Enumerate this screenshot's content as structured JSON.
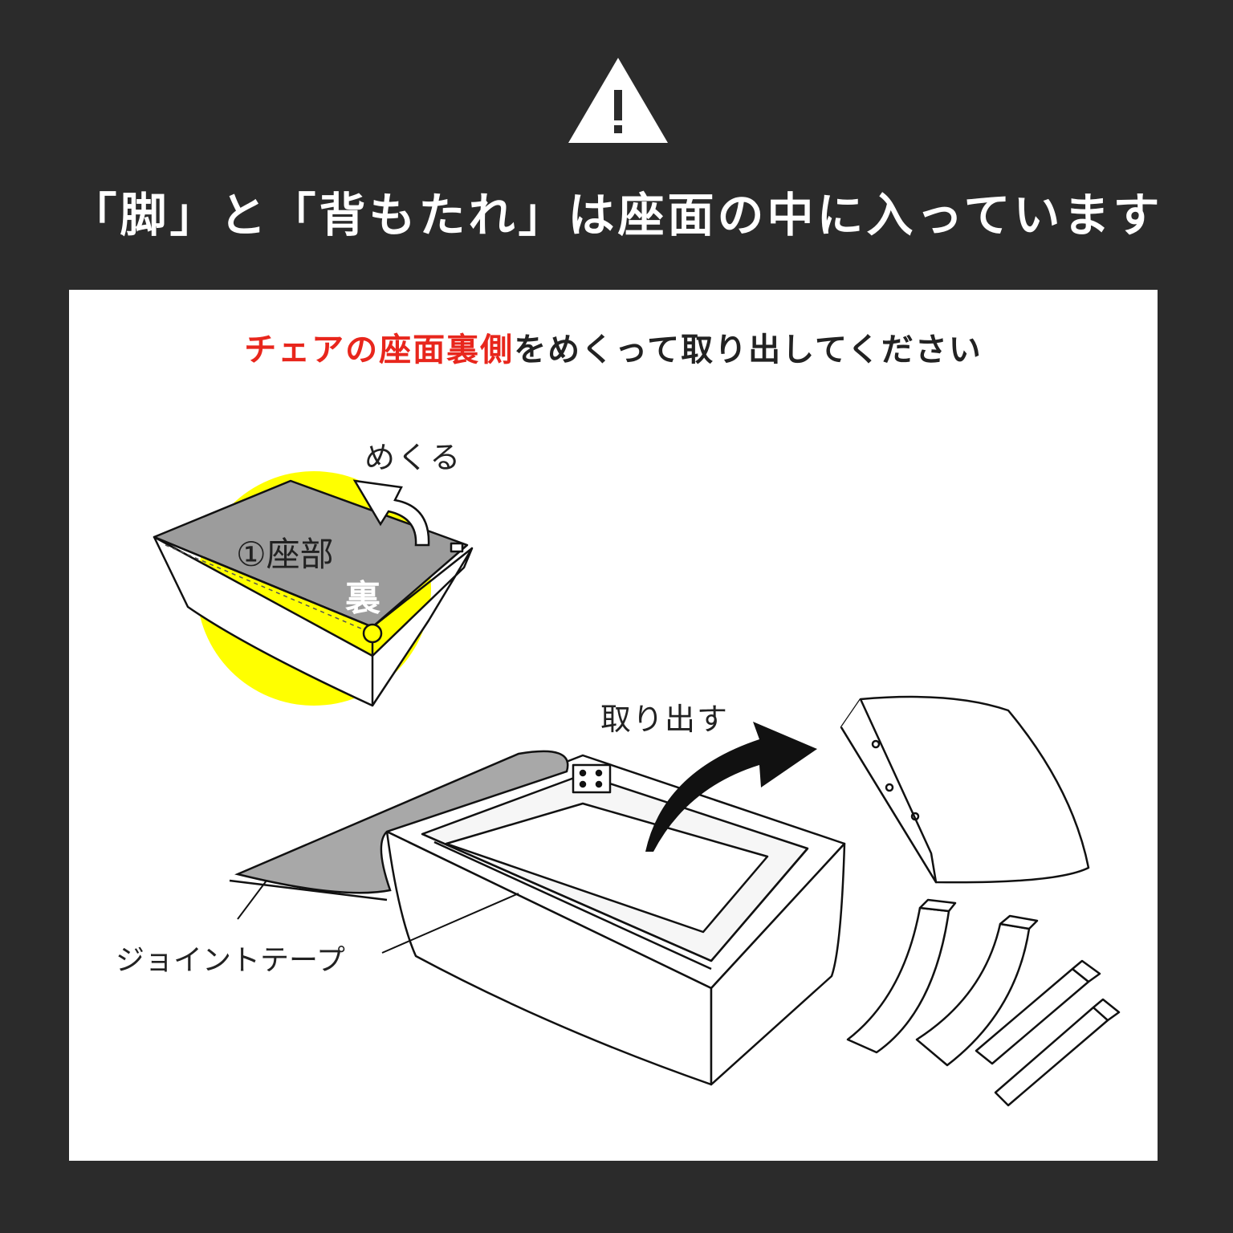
{
  "header": {
    "warning_icon": "warning-triangle-icon",
    "headline": "「脚」と「背もたれ」は座面の中に入っています"
  },
  "panel": {
    "instruction_highlight": "チェアの座面裏側",
    "instruction_rest": "をめくって取り出してください",
    "highlight_color": "#e8261c"
  },
  "illustration": {
    "label_mekuru": "めくる",
    "label_seat": "①座部",
    "label_back": "裏",
    "label_remove": "取り出す",
    "label_joint_tape": "ジョイントテープ",
    "spot_color": "#ffff00"
  }
}
